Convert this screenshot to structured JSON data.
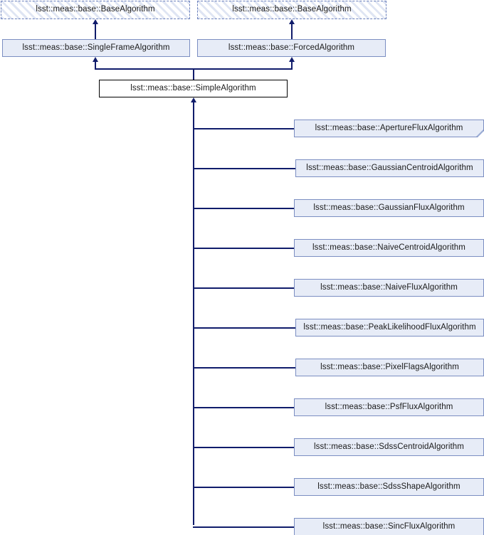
{
  "diagram": {
    "title": "lsst::meas::base::SimpleAlgorithm inheritance diagram",
    "colors": {
      "node_fill": "#e7ecf7",
      "node_border": "#7b8ec2",
      "current_border": "#000000",
      "edge": "#101c6b",
      "hatch": "#dfe5f3",
      "background": "#ffffff"
    },
    "bases": [
      {
        "label": "lsst::meas::base::BaseAlgorithm",
        "style": "abstract"
      },
      {
        "label": "lsst::meas::base::BaseAlgorithm",
        "style": "abstract"
      }
    ],
    "intermediates": [
      {
        "label": "lsst::meas::base::SingleFrameAlgorithm",
        "style": "normal"
      },
      {
        "label": "lsst::meas::base::ForcedAlgorithm",
        "style": "normal"
      }
    ],
    "current": {
      "label": "lsst::meas::base::SimpleAlgorithm",
      "style": "current"
    },
    "derived": [
      {
        "label": "lsst::meas::base::ApertureFluxAlgorithm",
        "has_children": true
      },
      {
        "label": "lsst::meas::base::GaussianCentroidAlgorithm",
        "has_children": false
      },
      {
        "label": "lsst::meas::base::GaussianFluxAlgorithm",
        "has_children": false
      },
      {
        "label": "lsst::meas::base::NaiveCentroidAlgorithm",
        "has_children": false
      },
      {
        "label": "lsst::meas::base::NaiveFluxAlgorithm",
        "has_children": false
      },
      {
        "label": "lsst::meas::base::PeakLikelihoodFluxAlgorithm",
        "has_children": false
      },
      {
        "label": "lsst::meas::base::PixelFlagsAlgorithm",
        "has_children": false
      },
      {
        "label": "lsst::meas::base::PsfFluxAlgorithm",
        "has_children": false
      },
      {
        "label": "lsst::meas::base::SdssCentroidAlgorithm",
        "has_children": false
      },
      {
        "label": "lsst::meas::base::SdssShapeAlgorithm",
        "has_children": false
      },
      {
        "label": "lsst::meas::base::SincFluxAlgorithm",
        "has_children": false
      }
    ]
  }
}
